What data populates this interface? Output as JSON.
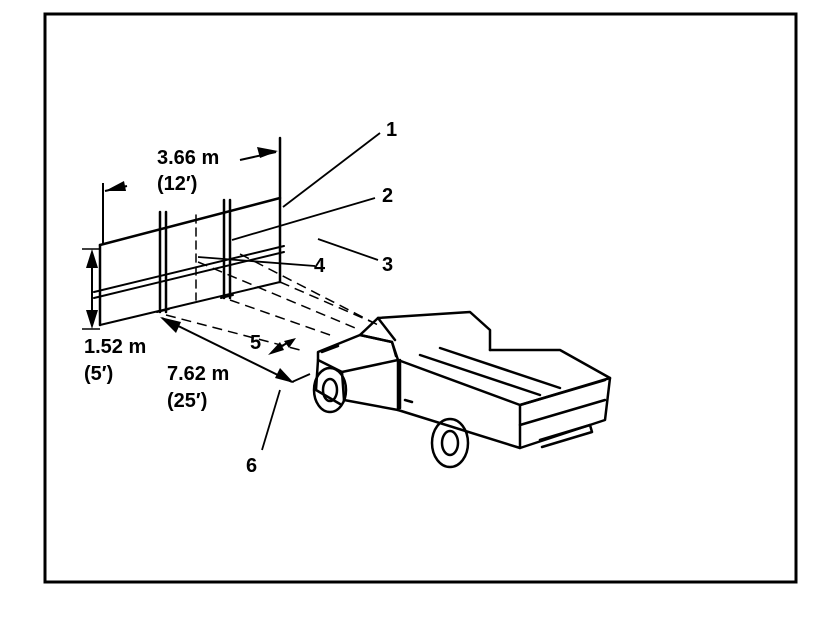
{
  "diagram": {
    "dimensions": {
      "width": {
        "metric": "3.66 m",
        "imperial": "(12′)"
      },
      "height": {
        "metric": "1.52 m",
        "imperial": "(5′)"
      },
      "distance": {
        "metric": "7.62 m",
        "imperial": "(25′)"
      }
    },
    "callouts": [
      "1",
      "2",
      "3",
      "4",
      "5",
      "6"
    ]
  }
}
